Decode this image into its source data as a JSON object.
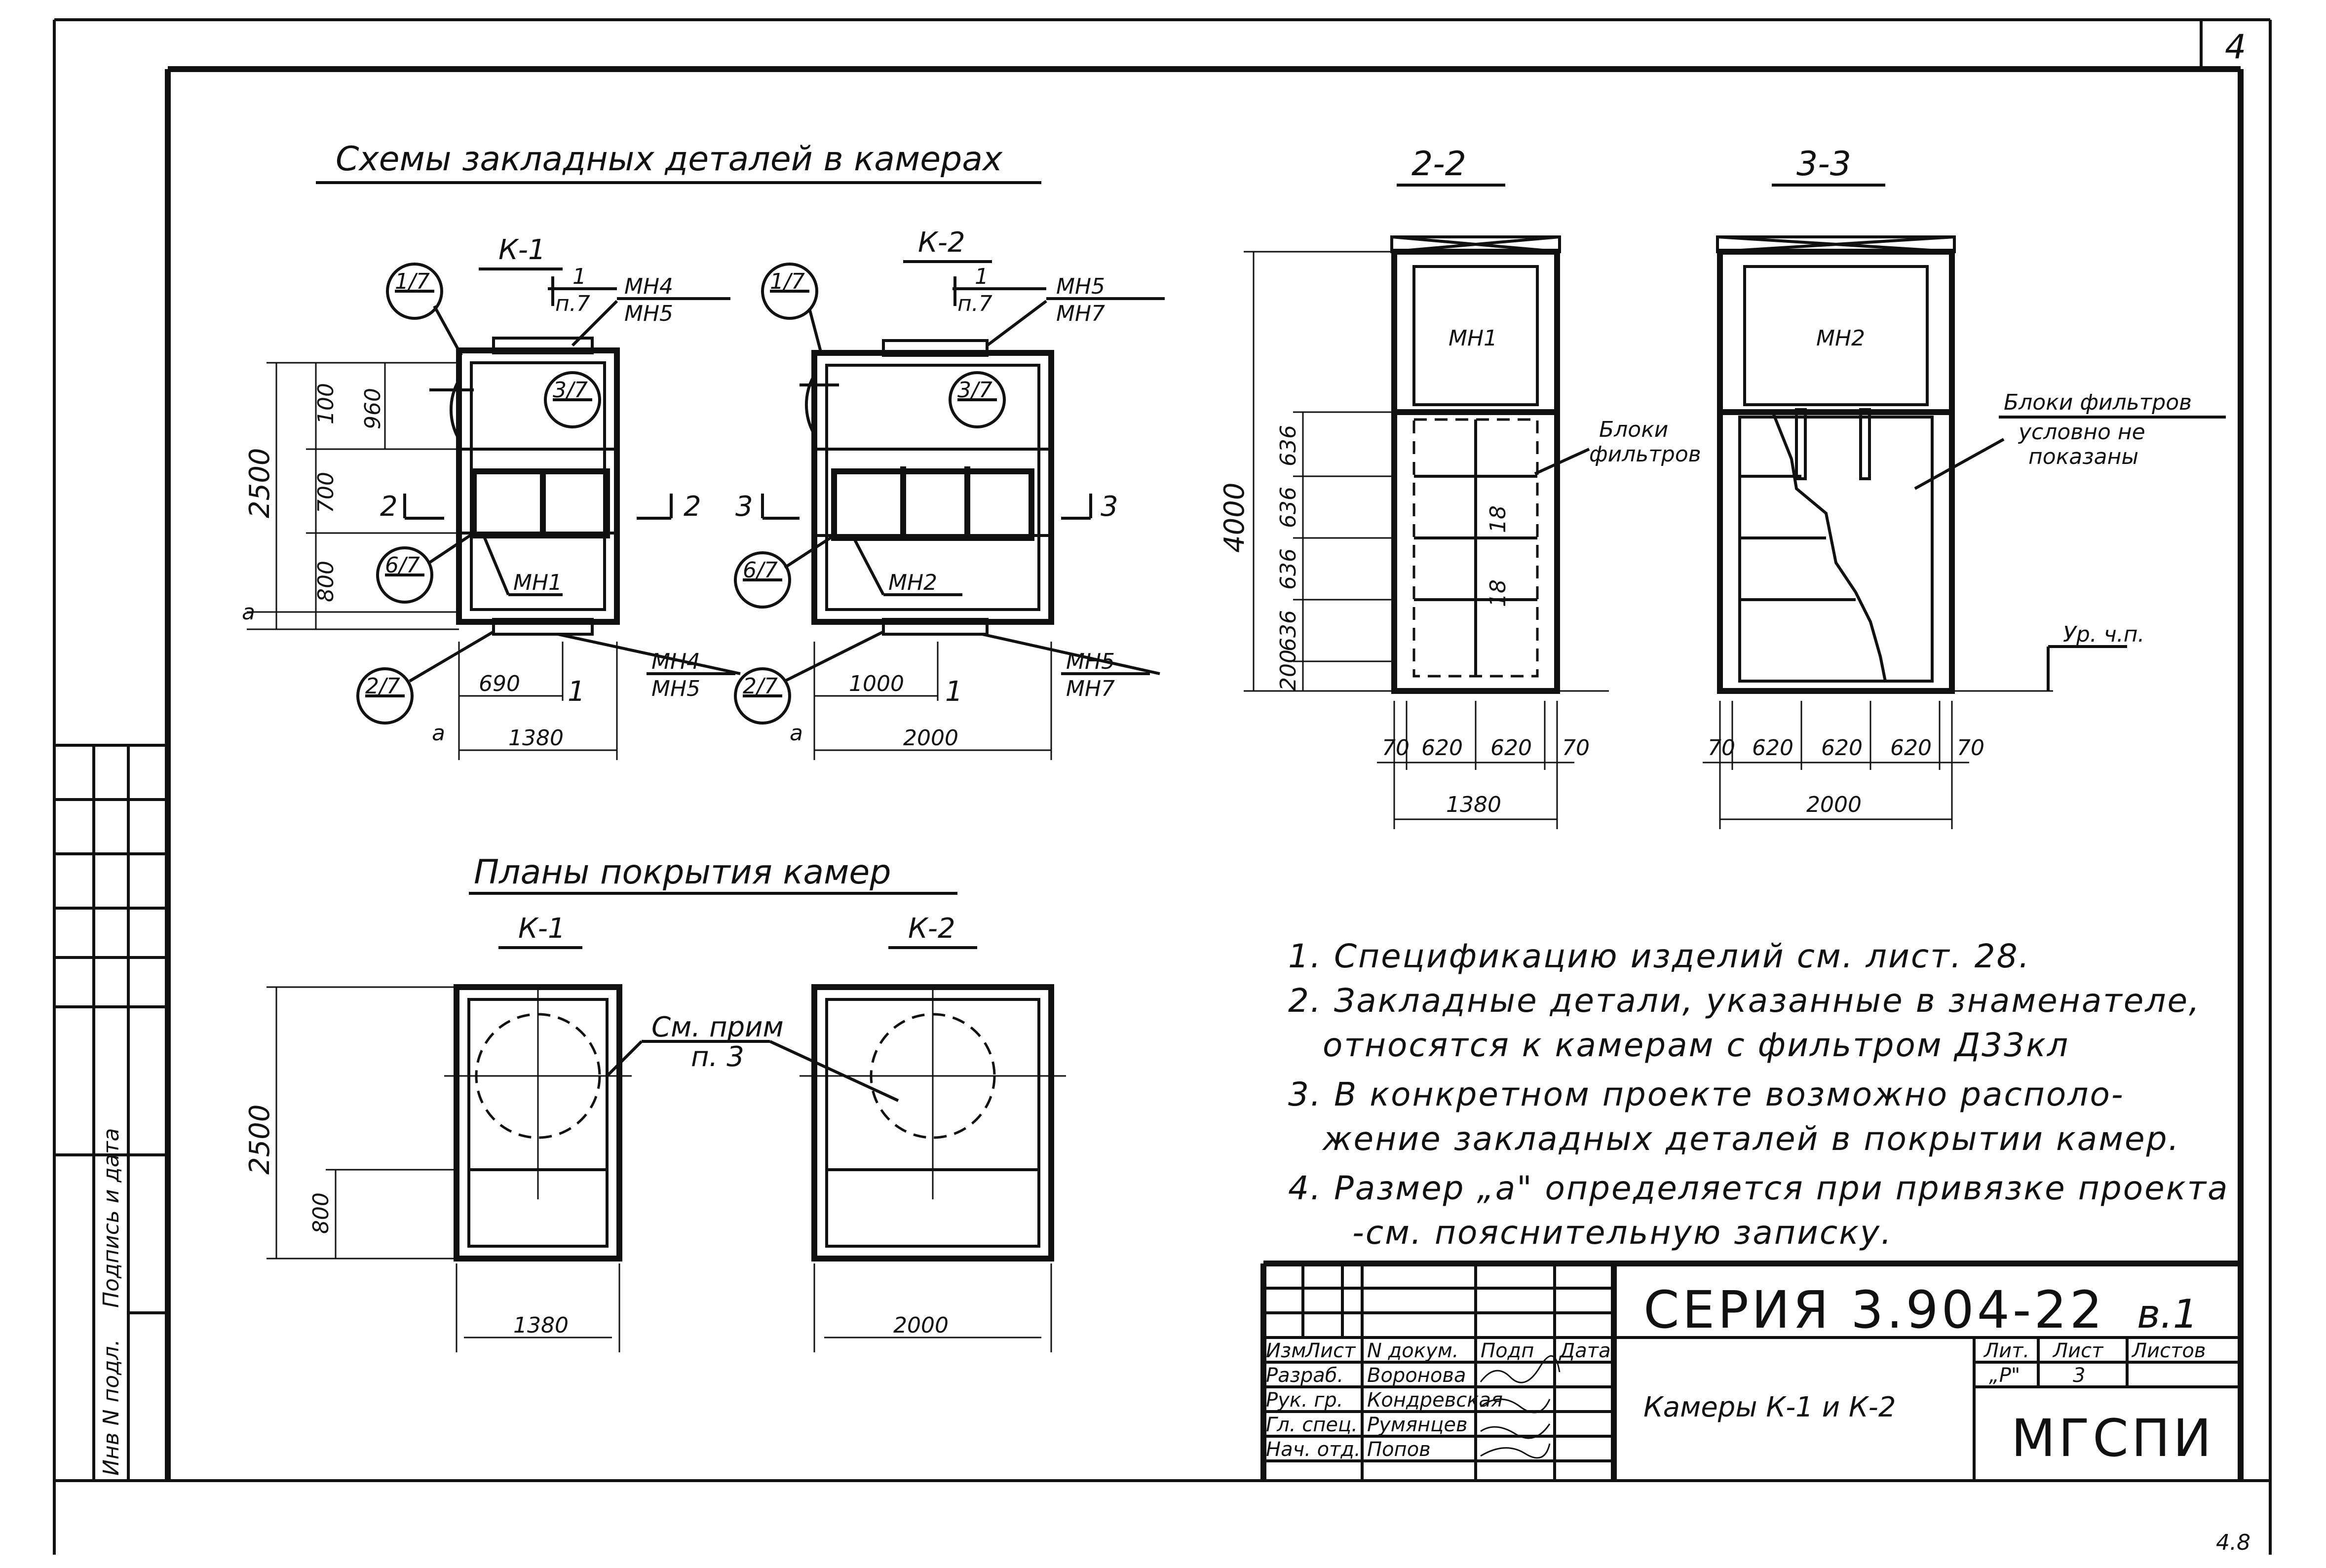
{
  "sheet": {
    "number": "4",
    "corner": "4.8"
  },
  "section_embedded": {
    "title": "Схемы закладных деталей в камерах",
    "k1": {
      "label": "К-1",
      "callout_top": "1/7",
      "section_mark": "1",
      "section_sheet": "п.7",
      "parts_top": "МН4",
      "parts_top2": "МН5",
      "callout_3": "3/7",
      "callout_6": "6/7",
      "callout_2": "2/7",
      "part_mid": "МН1",
      "parts_bot": "МН4",
      "parts_bot2": "МН5",
      "cut": "2",
      "dims": {
        "d2500": "2500",
        "d100": "100",
        "d960": "960",
        "d700": "700",
        "d800": "800",
        "a": "а",
        "d690": "690",
        "d1380": "1380",
        "one": "1"
      }
    },
    "k2": {
      "label": "К-2",
      "callout_top": "1/7",
      "section_mark": "1",
      "section_sheet": "п.7",
      "parts_top": "МН5",
      "parts_top2": "МН7",
      "callout_3": "3/7",
      "callout_6": "6/7",
      "callout_2": "2/7",
      "part_mid": "МН2",
      "parts_bot": "МН5",
      "parts_bot2": "МН7",
      "cut": "3",
      "dims": {
        "a": "а",
        "d1000": "1000",
        "d2000": "2000",
        "one": "1"
      }
    }
  },
  "section_cuts": {
    "s22": {
      "label": "2-2",
      "part": "МН1",
      "filter_label": "Блоки",
      "filter_label2": "фильтров",
      "dims": {
        "d4000": "4000",
        "d636a": "636",
        "d636b": "636",
        "d636c": "636",
        "d636d": "636",
        "d200": "200",
        "d70a": "70",
        "d620a": "620",
        "d620b": "620",
        "d70b": "70",
        "d1380": "1380",
        "d18a": "18",
        "d18b": "18"
      }
    },
    "s33": {
      "label": "3-3",
      "part": "МН2",
      "note1": "Блоки фильтров",
      "note2": "условно не",
      "note3": "показаны",
      "level": "Ур. ч.п.",
      "dims": {
        "d70a": "70",
        "d620a": "620",
        "d620b": "620",
        "d620c": "620",
        "d70b": "70",
        "d2000": "2000"
      }
    }
  },
  "section_roof": {
    "title": "Планы покрытия камер",
    "k1": {
      "label": "К-1",
      "d2500": "2500",
      "d800": "800",
      "d1380": "1380"
    },
    "k2": {
      "label": "К-2",
      "d2000": "2000"
    },
    "see_note": "См. прим",
    "see_note2": "п. 3"
  },
  "notes": [
    "1. Спецификацию изделий см. лист. 28.",
    "2. Закладные детали, указанные в знаменателе,",
    "относятся к камерам с фильтром Д33кл",
    "3. В конкретном проекте возможно располо-",
    "жение закладных деталей в покрытии камер.",
    "4. Размер „а\" определяется при привязке проекта",
    "-см. пояснительную записку."
  ],
  "stamp": {
    "series": "СЕРИЯ 3.904-22",
    "issue": "в.1",
    "headers": [
      "Изм",
      "Лист",
      "N докум.",
      "Подп",
      "Дата"
    ],
    "rows": [
      {
        "role": "Разраб.",
        "name": "Воронова"
      },
      {
        "role": "Рук. гр.",
        "name": "Кондревская"
      },
      {
        "role": "Гл. спец.",
        "name": "Румянцев"
      },
      {
        "role": "Нач. отд.",
        "name": "Попов"
      }
    ],
    "title": "Камеры К-1 и К-2",
    "lit_label": "Лит.",
    "sheet_label": "Лист",
    "sheets_label": "Листов",
    "lit_value": "„Р\"",
    "sheet_value": "3",
    "org": "МГСПИ"
  },
  "side_strip": {
    "inv": "Инв N подл.",
    "sign": "Подпись и дата"
  }
}
